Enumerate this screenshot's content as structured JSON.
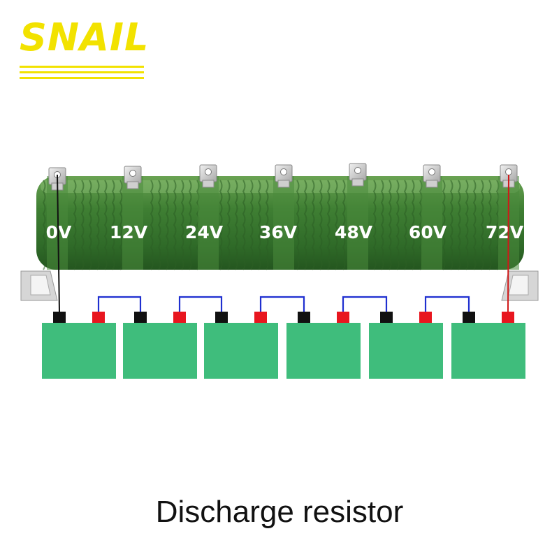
{
  "brand": {
    "name": "SNAIL"
  },
  "voltage_taps": [
    "0V",
    "12V",
    "24V",
    "36V",
    "48V",
    "60V",
    "72V"
  ],
  "batteries": {
    "count": 6
  },
  "caption": "Discharge resistor",
  "colors": {
    "brand_yellow": "#f2e200",
    "resistor_green": "#3f7f33",
    "battery_green": "#3fbd7c",
    "terminal_negative": "#111111",
    "terminal_positive": "#e8161f",
    "link_wire": "#1f2fd0",
    "negative_lead": "#111111",
    "positive_lead": "#d01818"
  }
}
